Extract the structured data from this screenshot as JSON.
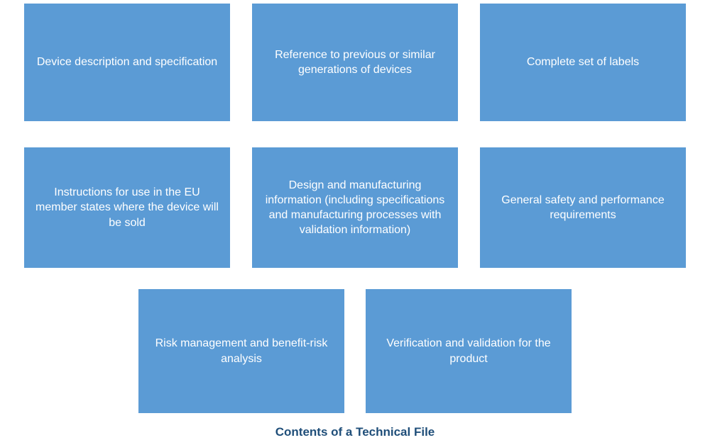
{
  "title": "Contents of a Technical File",
  "colors": {
    "box_fill": "#5B9BD5",
    "box_text": "#FFFFFF",
    "title_text": "#1F4E79",
    "background": "#FFFFFF"
  },
  "boxes": [
    {
      "label": "Device description and specification"
    },
    {
      "label": "Reference to previous or similar generations of devices"
    },
    {
      "label": "Complete set of labels"
    },
    {
      "label": "Instructions for use in the EU member states where the device will be sold"
    },
    {
      "label": "Design and manufacturing information (including specifications and manufacturing processes with validation information)"
    },
    {
      "label": "General safety and performance requirements"
    },
    {
      "label": "Risk management and benefit-risk analysis"
    },
    {
      "label": "Verification and validation for the product"
    }
  ]
}
